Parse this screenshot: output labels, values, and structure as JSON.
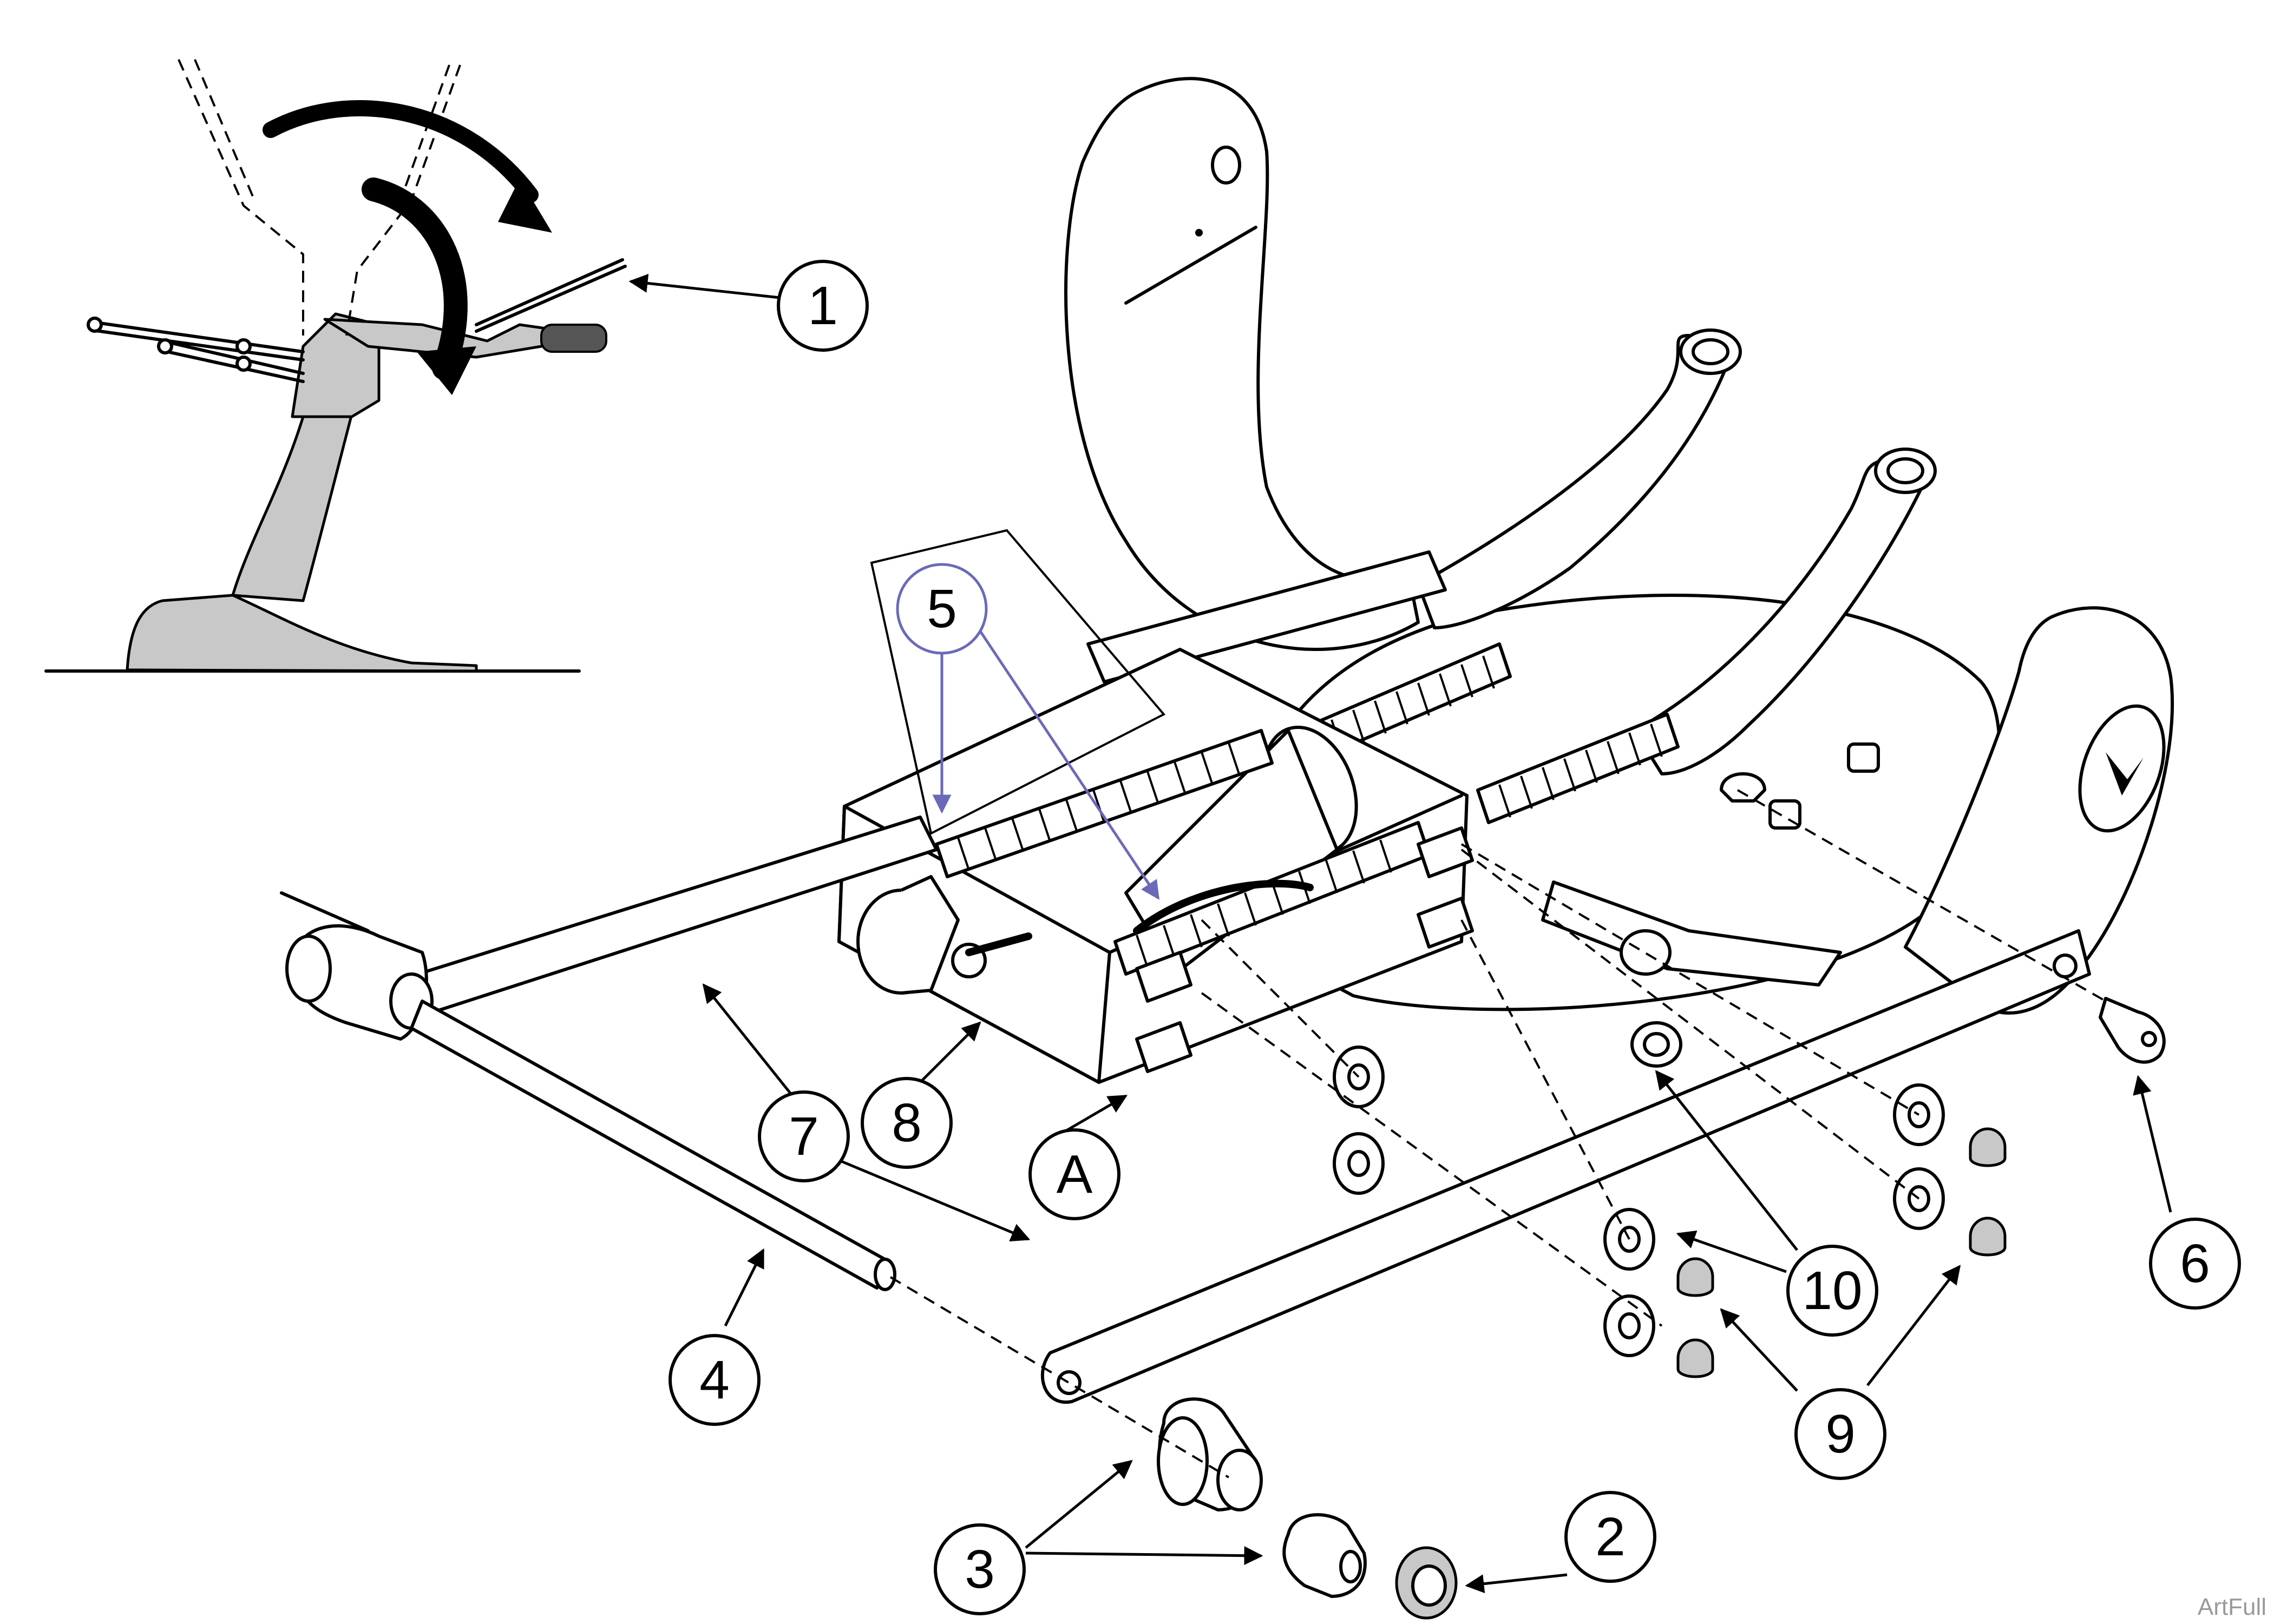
{
  "callouts": {
    "c1": "1",
    "c2": "2",
    "c3": "3",
    "c4": "4",
    "c5": "5",
    "c6": "6",
    "c7": "7",
    "c8": "8",
    "c9": "9",
    "c10": "10",
    "cA": "A"
  },
  "watermark": "ArtFull",
  "colors": {
    "line": "#000000",
    "highlight": "#6a6ab8",
    "fill_grey": "#c8c8c8"
  }
}
